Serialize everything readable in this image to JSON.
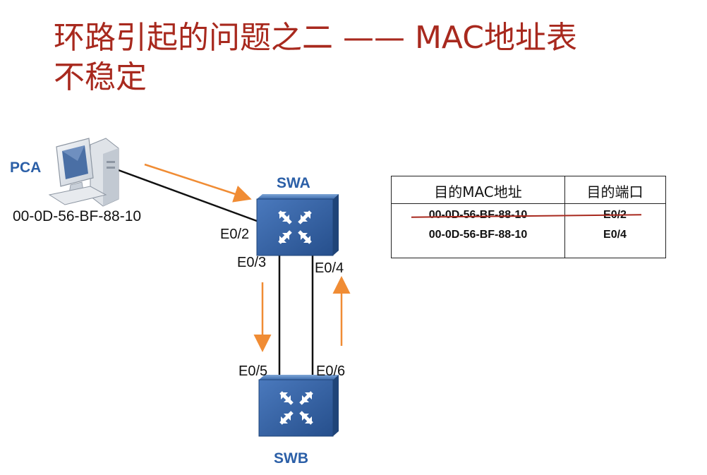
{
  "title": {
    "line1": "环路引起的问题之二 —— MAC地址表",
    "line2": "不稳定"
  },
  "nodes": {
    "pca": {
      "name": "PCA",
      "mac": "00-0D-56-BF-88-10"
    },
    "swa": {
      "name": "SWA"
    },
    "swb": {
      "name": "SWB"
    }
  },
  "ports": {
    "swa_e02": "E0/2",
    "swa_e03": "E0/3",
    "swa_e04": "E0/4",
    "swb_e05": "E0/5",
    "swb_e06": "E0/6"
  },
  "mac_table": {
    "headers": [
      "目的MAC地址",
      "目的端口"
    ],
    "rows": [
      {
        "mac": "00-0D-56-BF-88-10",
        "port": "E0/2",
        "struck": true
      },
      {
        "mac": "00-0D-56-BF-88-10",
        "port": "E0/4",
        "struck": false
      }
    ]
  },
  "colors": {
    "title": "#a8291e",
    "node_label": "#2b5fa7",
    "arrow": "#f08c34",
    "strike": "#a8291e",
    "switch_body": "#2f5f9e"
  }
}
